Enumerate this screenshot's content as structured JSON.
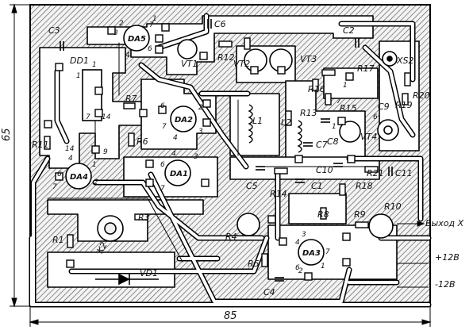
{
  "dimensions": {
    "width": "85",
    "height": "65"
  },
  "output_labels": {
    "out": "Выход X",
    "plus": "+12В",
    "minus": "-12В"
  },
  "components": {
    "C3": "C3",
    "DA5": "DA5",
    "C6": "C6",
    "VT1": "VT1",
    "C2": "C2",
    "XS2": "XS2",
    "DD1": "DD1",
    "R12": "R12",
    "VT2": "VT2",
    "VT3": "VT3",
    "R17": "R17",
    "R20": "R20",
    "R19": "R19",
    "C9": "C9",
    "R16": "R16",
    "R15": "R15",
    "C8": "C8",
    "VT4": "VT4",
    "R7": "R7",
    "DA2": "DA2",
    "L1": "L1",
    "L2": "L2",
    "R13": "R13",
    "C7": "C7",
    "R11": "R11",
    "R6": "R6",
    "DA1": "DA1",
    "DA4": "DA4",
    "C5": "C5",
    "R14": "R14",
    "C10": "C10",
    "R21": "R21",
    "C11": "C11",
    "C1": "C1",
    "R18": "R18",
    "R3": "R3",
    "R8": "R8",
    "R9": "R9",
    "R10": "R10",
    "R1": "R1",
    "K2": "K2",
    "R4": "R4",
    "DA3": "DA3",
    "R5": "R5",
    "C4": "C4",
    "VD1": "VD1"
  },
  "pins": {
    "p_da5_1": "1",
    "p_da5_2": "2",
    "p_da5_3": "3",
    "p_da5_4": "4",
    "p_da5_6": "6",
    "p_da5_7": "7",
    "p_da2_6": "6",
    "p_da2_2": "2",
    "p_da2_3": "3",
    "p_da2_4": "4",
    "p_da2_7": "7",
    "p_da1_6": "6",
    "p_da1_7": "7",
    "p_da1_4": "4",
    "p_da1_3": "3",
    "p_da4_14": "14",
    "p_da4_6": "6",
    "p_da4_1": "1",
    "p_da4_2": "2",
    "p_da4_7": "7",
    "p_da4_4": "4",
    "p_da4_9": "9",
    "p_da3_3": "3",
    "p_da3_4": "4",
    "p_da3_2": "2",
    "p_da3_6": "6",
    "p_da3_7": "7",
    "p_da3_1": "1",
    "p_dd1_1": "1",
    "p_dd1_7": "7",
    "p_dd1_14": "14",
    "p_dd1_1b": "1",
    "p_r17_1": "1",
    "p_c8_1": "1",
    "p_r15_7": "7",
    "p_c9_6": "6"
  }
}
